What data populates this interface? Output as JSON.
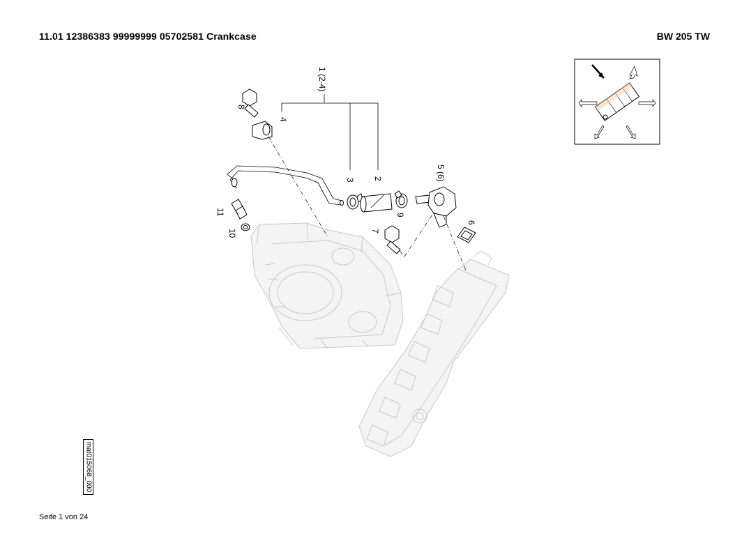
{
  "header": {
    "title": "11.01 12386383 99999999 05702581 Crankcase",
    "model": "BW 205 TW"
  },
  "footer": {
    "page": "Seite 1 von 24"
  },
  "drawing": {
    "id": "mat015068_000"
  },
  "callouts": {
    "c1": "1 (2-4)",
    "c2": "2",
    "c3": "3",
    "c4": "4",
    "c5": "5 (6)",
    "c6": "6",
    "c7": "7",
    "c8": "8",
    "c9": "9",
    "c10": "10",
    "c11": "11"
  }
}
